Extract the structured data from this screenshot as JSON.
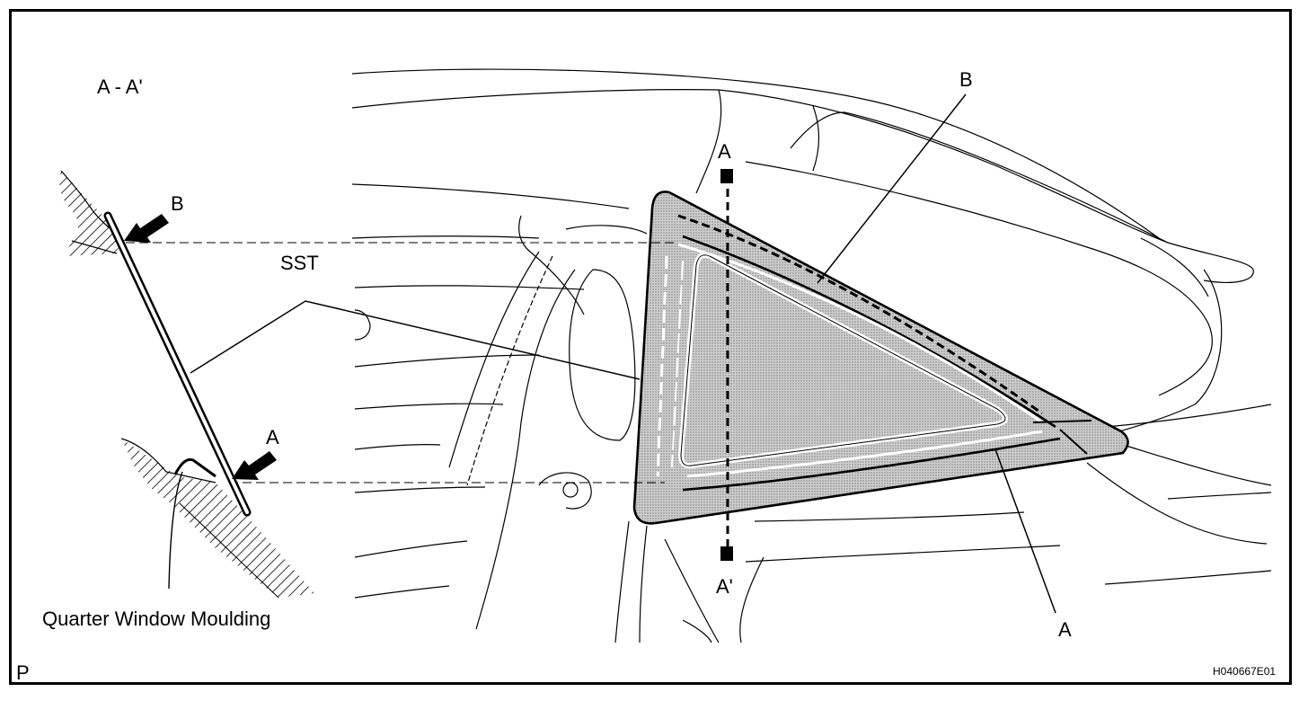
{
  "labels": {
    "section": "A - A'",
    "b_left": "B",
    "a_left": "A",
    "sst": "SST",
    "moulding": "Quarter Window Moulding",
    "a_top": "A",
    "a_prime_bottom": "A'",
    "b_right": "B",
    "a_right": "A",
    "corner_p": "P",
    "code": "H040667E01"
  }
}
